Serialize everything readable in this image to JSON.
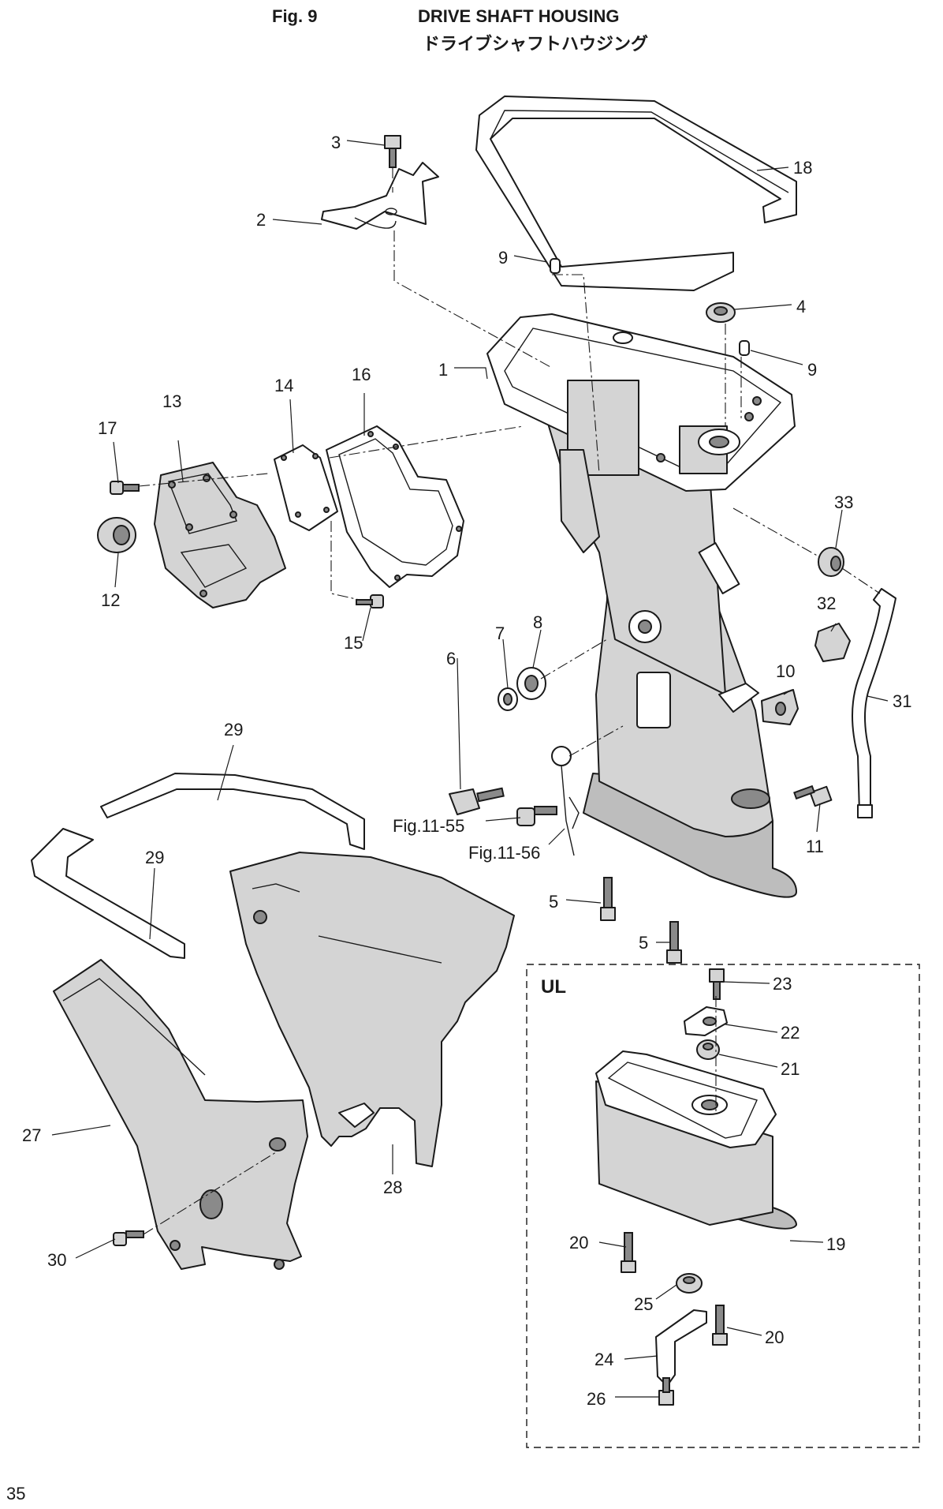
{
  "header": {
    "fig": "Fig. 9",
    "title": "DRIVE SHAFT HOUSING",
    "title_jp": "ドライブシャフトハウジング"
  },
  "page_number": "35",
  "inset_label": "UL",
  "callouts": {
    "c1": "1",
    "c2": "2",
    "c3": "3",
    "c4": "4",
    "c5a": "5",
    "c5b": "5",
    "c6": "6",
    "c7": "7",
    "c8": "8",
    "c9a": "9",
    "c9b": "9",
    "c10": "10",
    "c11": "11",
    "c12": "12",
    "c13": "13",
    "c14": "14",
    "c15": "15",
    "c16": "16",
    "c17": "17",
    "c18": "18",
    "c19": "19",
    "c20a": "20",
    "c20b": "20",
    "c21": "21",
    "c22": "22",
    "c23": "23",
    "c24": "24",
    "c25": "25",
    "c26": "26",
    "c27": "27",
    "c28": "28",
    "c29a": "29",
    "c29b": "29",
    "c30": "30",
    "c31": "31",
    "c32": "32",
    "c33": "33",
    "ref1155": "Fig.11-55",
    "ref1156": "Fig.11-56"
  }
}
